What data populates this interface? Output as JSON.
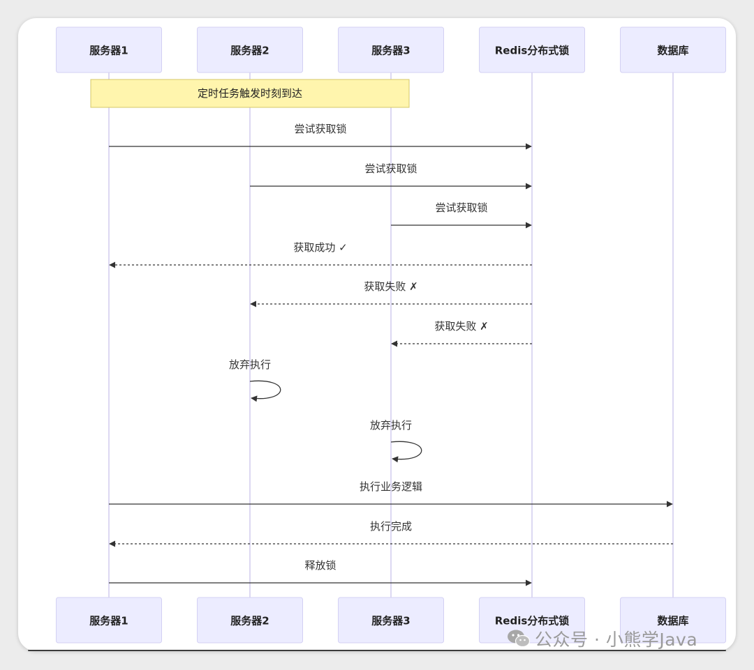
{
  "actors": [
    {
      "id": "s1",
      "label": "服务器1"
    },
    {
      "id": "s2",
      "label": "服务器2"
    },
    {
      "id": "s3",
      "label": "服务器3"
    },
    {
      "id": "lock",
      "label": "Redis分布式锁"
    },
    {
      "id": "db",
      "label": "数据库"
    }
  ],
  "note": {
    "text": "定时任务触发时刻到达",
    "over": [
      "s1",
      "s3"
    ]
  },
  "messages": [
    {
      "from": "s1",
      "to": "lock",
      "text": "尝试获取锁",
      "style": "solid"
    },
    {
      "from": "s2",
      "to": "lock",
      "text": "尝试获取锁",
      "style": "solid"
    },
    {
      "from": "s3",
      "to": "lock",
      "text": "尝试获取锁",
      "style": "solid"
    },
    {
      "from": "lock",
      "to": "s1",
      "text": "获取成功 ✓",
      "style": "dashed"
    },
    {
      "from": "lock",
      "to": "s2",
      "text": "获取失败 ✗",
      "style": "dashed"
    },
    {
      "from": "lock",
      "to": "s3",
      "text": "获取失败 ✗",
      "style": "dashed"
    },
    {
      "from": "s2",
      "to": "s2",
      "text": "放弃执行",
      "style": "solid"
    },
    {
      "from": "s3",
      "to": "s3",
      "text": "放弃执行",
      "style": "solid"
    },
    {
      "from": "s1",
      "to": "db",
      "text": "执行业务逻辑",
      "style": "solid"
    },
    {
      "from": "db",
      "to": "s1",
      "text": "执行完成",
      "style": "dashed"
    },
    {
      "from": "s1",
      "to": "lock",
      "text": "释放锁",
      "style": "solid"
    }
  ],
  "watermark": {
    "text": "公众号 · 小熊学Java",
    "icon": "wechat-icon"
  },
  "colors": {
    "actor_fill": "#ECECFF",
    "note_fill": "#fff5ad",
    "line": "#333333",
    "lifeline": "#d1ccee"
  }
}
